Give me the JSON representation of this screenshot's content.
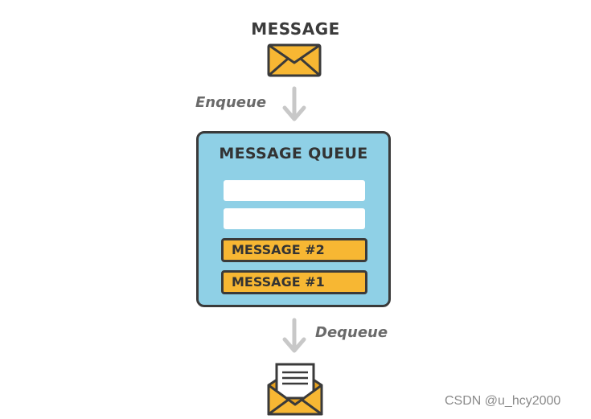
{
  "diagram": {
    "top_label": "MESSAGE",
    "enqueue_label": "Enqueue",
    "queue_title": "MESSAGE QUEUE",
    "queue_slots": [
      {
        "state": "empty"
      },
      {
        "state": "empty"
      },
      {
        "state": "filled",
        "label": "MESSAGE #2"
      },
      {
        "state": "filled",
        "label": "MESSAGE #1"
      }
    ],
    "dequeue_label": "Dequeue"
  },
  "icons": {
    "top": "envelope-icon",
    "enqueue_arrow": "arrow-down-icon",
    "dequeue_arrow": "arrow-down-icon",
    "bottom": "open-envelope-with-letter-icon"
  },
  "colors": {
    "queue_fill": "#8fd0e6",
    "message_fill": "#f7b733",
    "outline": "#3a3a3a",
    "arrow": "#c8c8c8"
  },
  "watermark": "CSDN @u_hcy2000"
}
